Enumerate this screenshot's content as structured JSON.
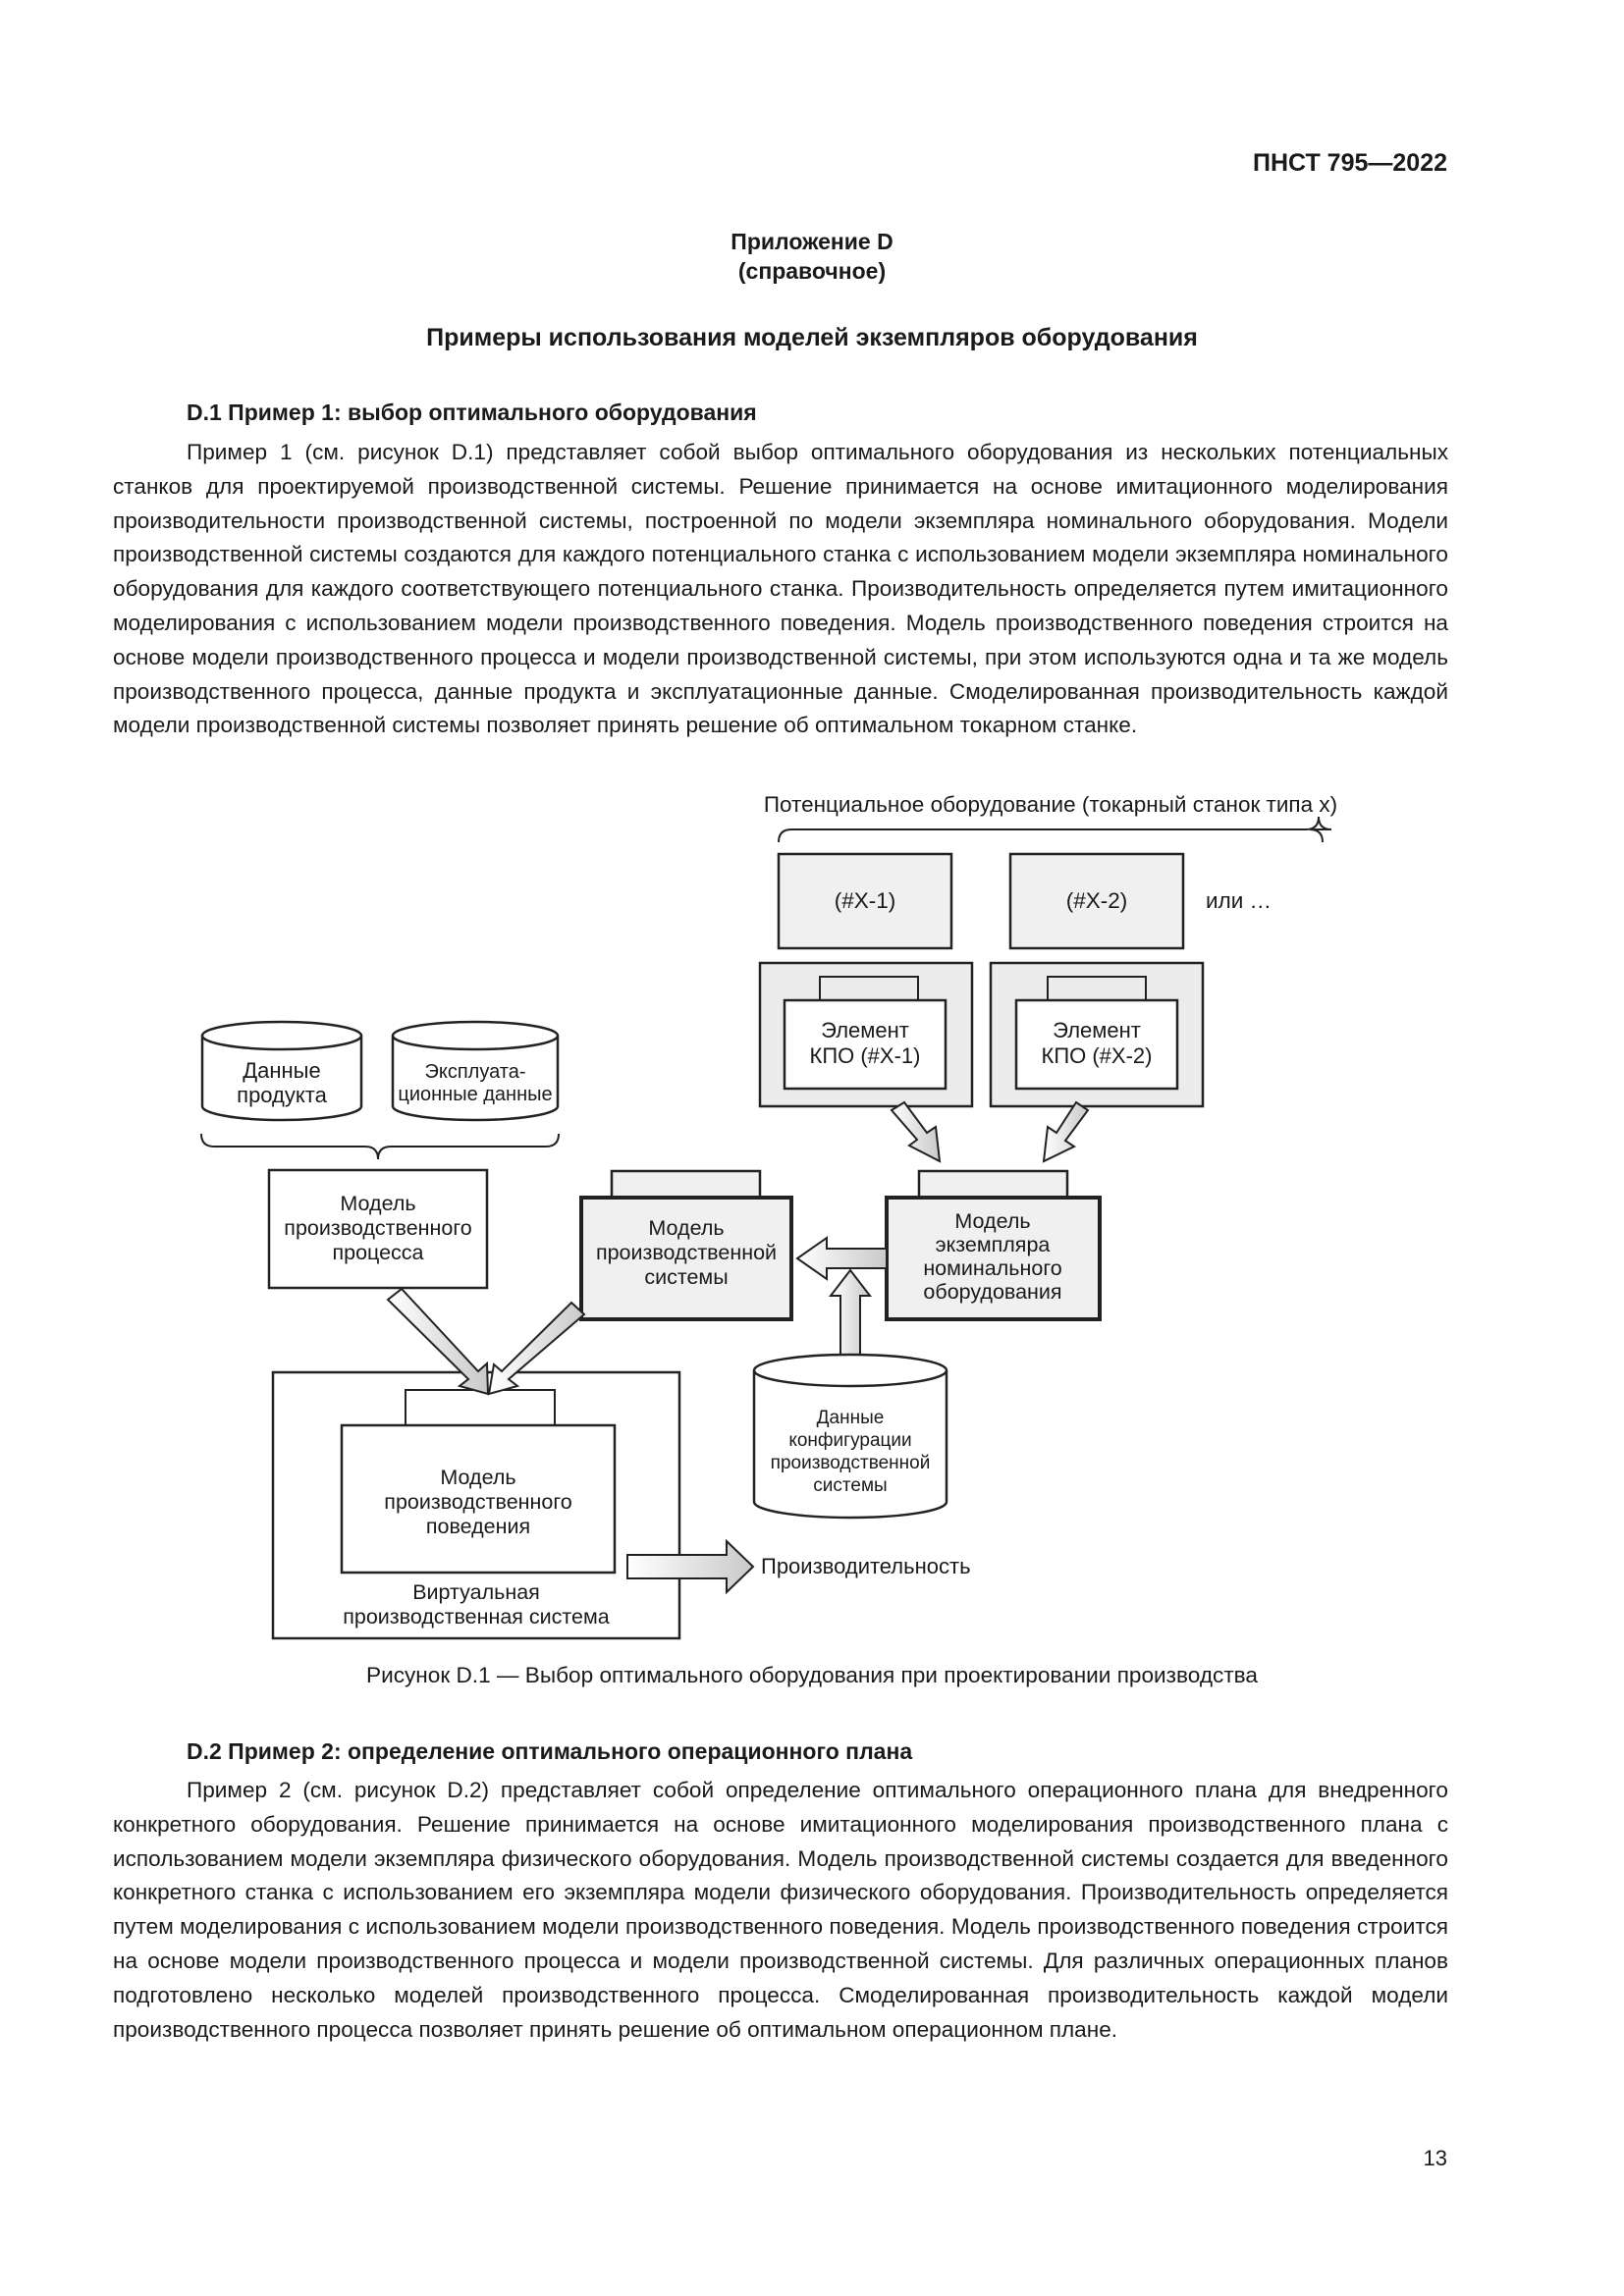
{
  "header": {
    "std_number": "ПНСТ 795—2022"
  },
  "annex": {
    "title": "Приложение D",
    "type": "(справочное)",
    "heading": "Примеры использования моделей экземпляров оборудования"
  },
  "section1": {
    "heading": "D.1 Пример 1: выбор оптимального оборудования",
    "paragraph": "Пример 1 (см. рисунок D.1) представляет собой выбор оптимального оборудования из нескольких потенциальных станков для проектируемой производственной системы. Решение принимается на основе имитационного моделирования производительности производственной системы, построенной по модели экземпляра номинального оборудования. Модели производственной системы создаются для каждого потенциального станка с использованием модели экземпляра номинального оборудования для каждого соответствующего потенциального станка. Производительность определяется путем имитационного моделирования с использованием модели производственного поведения. Модель производственного поведения строится на основе модели производственного процесса и модели производственной системы, при этом используются одна и та же модель производственного процесса, данные продукта и эксплуатационные данные. Смоделированная производительность каждой модели производственной системы позволяет принять решение об оптимальном токарном станке."
  },
  "figure": {
    "potential_label": "Потенциальное оборудование (токарный станок типа x)",
    "x1": "(#X-1)",
    "x2": "(#X-2)",
    "or_more": "или …",
    "element1": {
      "line1": "Элемент",
      "line2": "КПО (#X-1)"
    },
    "element2": {
      "line1": "Элемент",
      "line2": "КПО (#X-2)"
    },
    "product_data": {
      "line1": "Данные",
      "line2": "продукта"
    },
    "operational_data": {
      "line1": "Эксплуата-",
      "line2": "ционные данные"
    },
    "process_model": {
      "line1": "Модель",
      "line2": "производственного",
      "line3": "процесса"
    },
    "system_model": {
      "line1": "Модель",
      "line2": "производственной",
      "line3": "системы"
    },
    "nominal_model": {
      "line1": "Модель",
      "line2": "экземпляра",
      "line3": "номинального",
      "line4": "оборудования"
    },
    "config_data": {
      "line1": "Данные",
      "line2": "конфигурации",
      "line3": "производственной",
      "line4": "системы"
    },
    "behavior_model": {
      "line1": "Модель",
      "line2": "производственного",
      "line3": "поведения"
    },
    "virtual_system": {
      "line1": "Виртуальная",
      "line2": "производственная система"
    },
    "performance": "Производительность",
    "caption": "Рисунок D.1 — Выбор оптимального оборудования при проектировании производства"
  },
  "section2": {
    "heading": "D.2 Пример 2: определение оптимального операционного плана",
    "paragraph": "Пример 2 (см. рисунок D.2) представляет собой определение оптимального операционного плана для внедренного конкретного оборудования. Решение принимается на основе имитационного моделирования производственного плана с использованием модели экземпляра физического оборудования. Модель производственной системы создается для введенного конкретного станка с использованием его экземпляра модели физического оборудования. Производительность определяется путем моделирования с использованием модели производственного поведения. Модель производственного поведения строится на основе модели производственного процесса и модели производственной системы. Для различных операционных планов подготовлено несколько моделей производственного процесса. Смоделированная производительность каждой модели производственного процесса позволяет принять решение об оптимальном операционном плане."
  },
  "footer": {
    "page_number": "13"
  }
}
